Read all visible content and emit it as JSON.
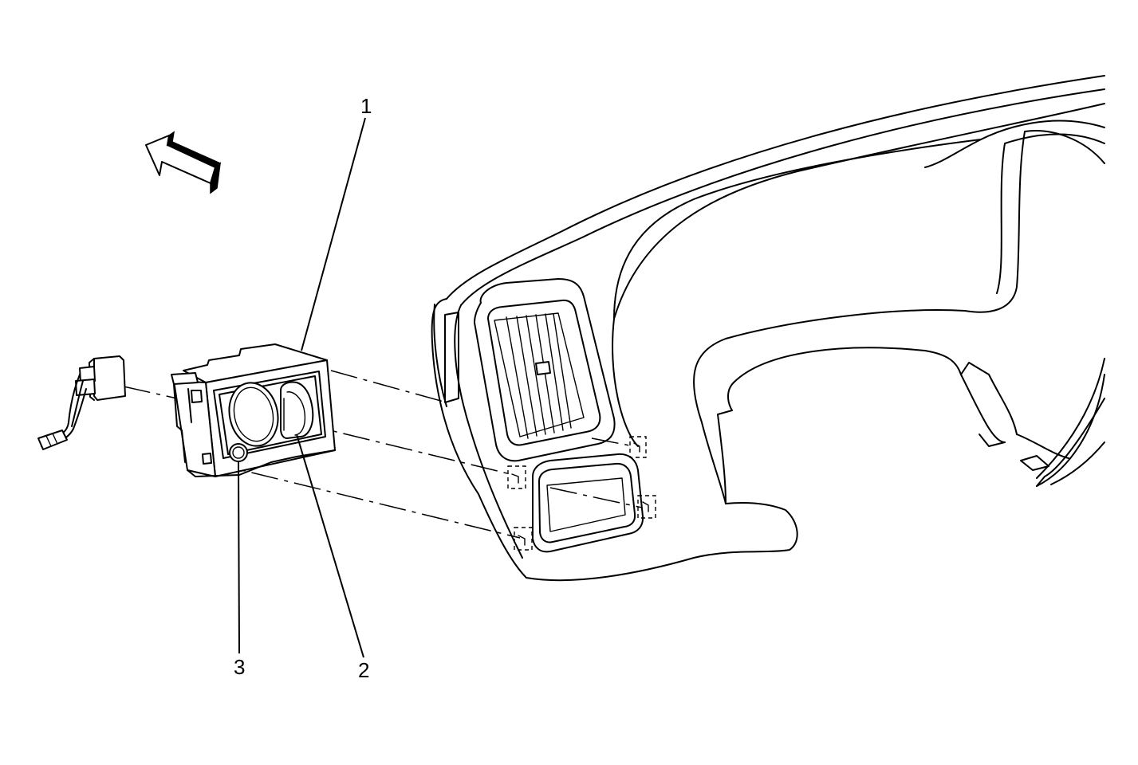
{
  "callouts": [
    {
      "id": "1",
      "label": "1"
    },
    {
      "id": "2",
      "label": "2"
    },
    {
      "id": "3",
      "label": "3"
    }
  ],
  "icons": {
    "direction_arrow": "arrow-forward-icon",
    "connector": "electrical-connector-icon"
  },
  "colors": {
    "line": "#000000",
    "background": "#ffffff"
  }
}
